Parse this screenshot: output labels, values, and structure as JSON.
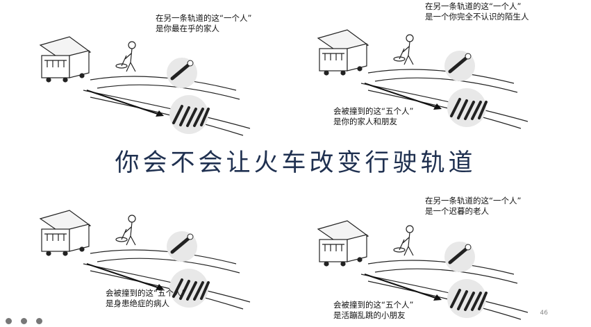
{
  "panels": [
    {
      "one_person": [
        "在另一条轨道的这“一个人”",
        "是你最在乎的家人"
      ],
      "five_people": [
        "",
        ""
      ]
    },
    {
      "one_person": [
        "在另一条轨道的这“一个人”",
        "是一个你完全不认识的陌生人"
      ],
      "five_people": [
        "会被撞到的这“五个人”",
        "是你的家人和朋友"
      ]
    },
    {
      "one_person": [
        "",
        ""
      ],
      "five_people": [
        "会被撞到的这“五个人”",
        "是身患绝症的病人"
      ]
    },
    {
      "one_person": [
        "在另一条轨道的这“一个人”",
        "是一个迟暮的老人"
      ],
      "five_people": [
        "会被撞到的这“五个人”",
        "是活蹦乱跳的小朋友"
      ]
    }
  ],
  "title": "你会不会让火车改变行驶轨道",
  "page_number": "46"
}
